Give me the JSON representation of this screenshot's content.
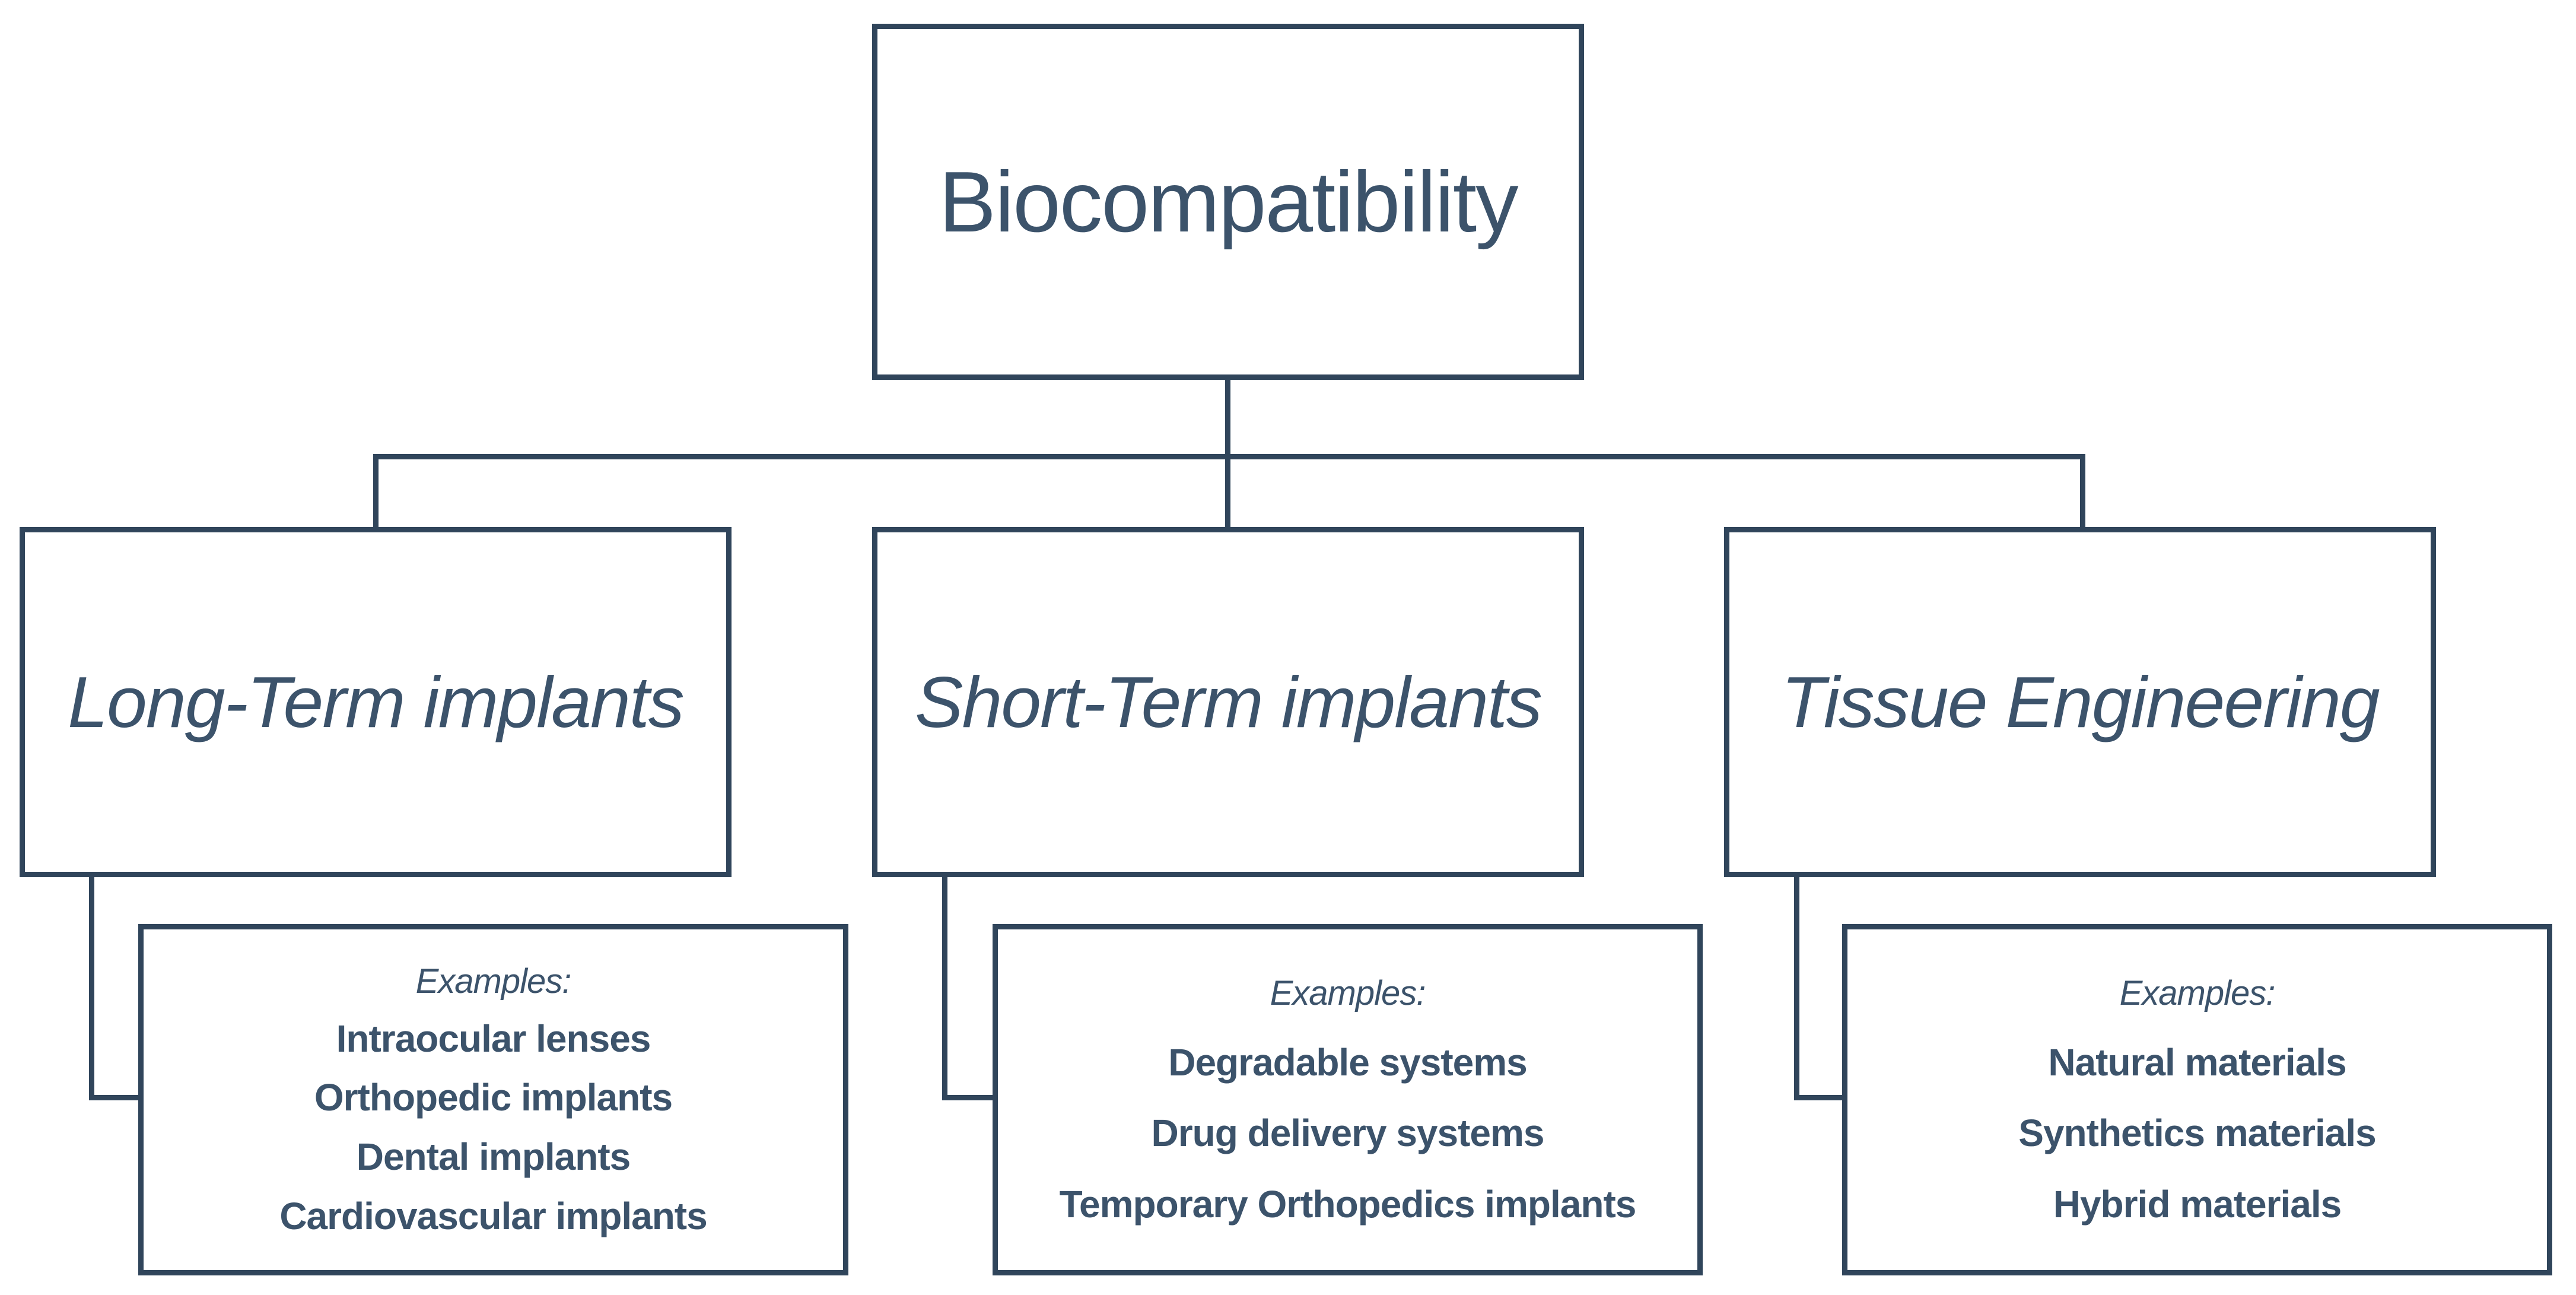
{
  "diagram": {
    "root_label": "Biocompatibility",
    "colors": {
      "line": "#30455b",
      "text": "#3c536b",
      "background": "#ffffff"
    },
    "branches": [
      {
        "label": "Long-Term implants",
        "examples_label": "Examples:",
        "examples": [
          "Intraocular lenses",
          "Orthopedic implants",
          "Dental implants",
          "Cardiovascular implants"
        ]
      },
      {
        "label": "Short-Term implants",
        "examples_label": "Examples:",
        "examples": [
          "Degradable systems",
          "Drug delivery systems",
          "Temporary Orthopedics implants"
        ]
      },
      {
        "label": "Tissue Engineering",
        "examples_label": "Examples:",
        "examples": [
          "Natural materials",
          "Synthetics materials",
          "Hybrid materials"
        ]
      }
    ]
  }
}
